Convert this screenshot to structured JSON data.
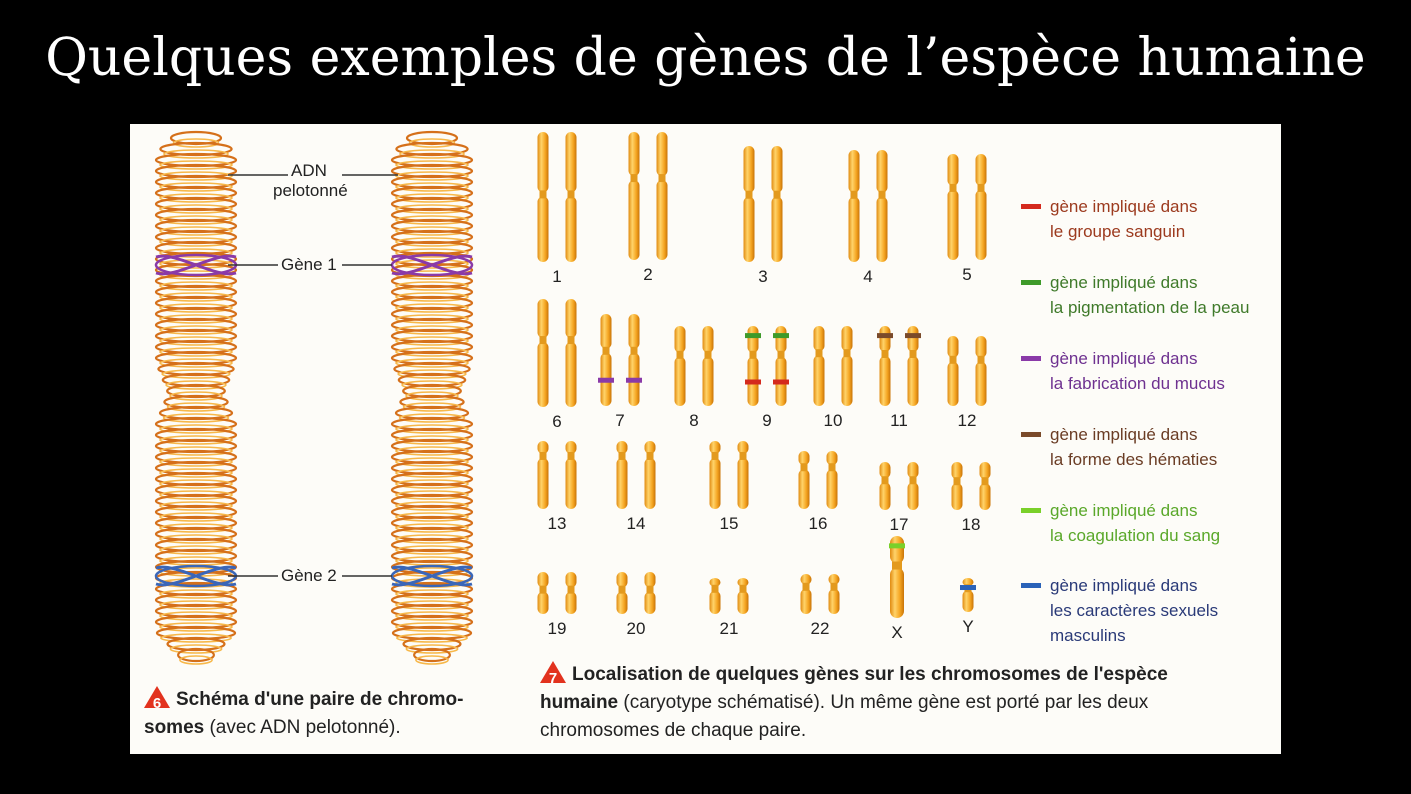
{
  "title": "Quelques exemples de gènes de l’espèce humaine",
  "fig6": {
    "number": "6",
    "label_adn_1": "ADN",
    "label_adn_2": "pelotonné",
    "gene1": "Gène 1",
    "gene2": "Gène 2",
    "caption_bold_1": "Schéma d'une paire de chromo-",
    "caption_bold_2": "somes",
    "caption_rest": " (avec ADN pelotonné)."
  },
  "fig7": {
    "number": "7",
    "caption_bold_1": "Localisation de quelques gènes sur les chromosomes de l'espèce",
    "caption_bold_2": "humaine",
    "caption_mid": " (caryotype schématisé). ",
    "caption_rest_1": "Un même gène est porté par les deux",
    "caption_rest_2": "chromosomes de chaque paire."
  },
  "chromosomes": [
    "1",
    "2",
    "3",
    "4",
    "5",
    "6",
    "7",
    "8",
    "9",
    "10",
    "11",
    "12",
    "13",
    "14",
    "15",
    "16",
    "17",
    "18",
    "19",
    "20",
    "21",
    "22",
    "X",
    "Y"
  ],
  "legend": [
    {
      "line1": "gène impliqué dans",
      "line2": "le groupe sanguin",
      "line3": "",
      "color": "#d42a1e",
      "text_color": "#9c3a1e"
    },
    {
      "line1": "gène impliqué dans",
      "line2": "la pigmentation de la peau",
      "line3": "",
      "color": "#3e9a2a",
      "text_color": "#3f7a2a"
    },
    {
      "line1": "gène impliqué dans",
      "line2": "la fabrication du mucus",
      "line3": "",
      "color": "#8a3aa8",
      "text_color": "#6e3190"
    },
    {
      "line1": "gène impliqué dans",
      "line2": "la forme des hématies",
      "line3": "",
      "color": "#7a4a2a",
      "text_color": "#6a3c24"
    },
    {
      "line1": "gène impliqué dans",
      "line2": "la coagulation du sang",
      "line3": "",
      "color": "#7ad02a",
      "text_color": "#5aa82a"
    },
    {
      "line1": "gène impliqué dans",
      "line2": "les caractères sexuels",
      "line3": "masculins",
      "color": "#2a62b8",
      "text_color": "#2a3a78"
    }
  ],
  "colors": {
    "chromosome": "#f5a623",
    "dna_strand": "#d5701a",
    "badge": "#e2321e",
    "gene1": "#8a3aa8",
    "gene2": "#3a66b8"
  }
}
